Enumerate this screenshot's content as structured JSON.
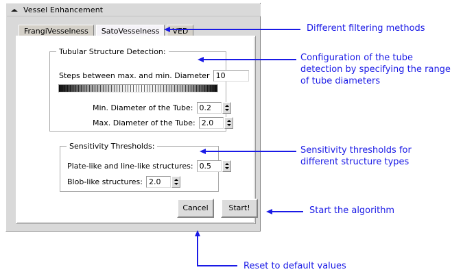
{
  "window": {
    "title": "Vessel Enhancement",
    "collapse_icon": "triangle-up-icon"
  },
  "tabs": [
    {
      "label": "FrangiVesselness",
      "selected": false
    },
    {
      "label": "SatoVesselness",
      "selected": true
    },
    {
      "label": "VED",
      "selected": false
    }
  ],
  "tubular_group": {
    "title": "Tubular Structure Detection:",
    "steps_label": "Steps between max. and min. Diameter",
    "steps_value": "10",
    "min_diameter_label": "Min. Diameter of the Tube:",
    "min_diameter_value": "0.2",
    "max_diameter_label": "Max. Diameter of the Tube:",
    "max_diameter_value": "2.0"
  },
  "sensitivity_group": {
    "title": "Sensitivity Thresholds:",
    "plate_label": "Plate-like and line-like structures:",
    "plate_value": "0.5",
    "blob_label": "Blob-like structures:",
    "blob_value": "2.0"
  },
  "buttons": {
    "cancel": "Cancel",
    "start": "Start!"
  },
  "annotations": {
    "color": "#1a1ae6",
    "filtering_methods": "Different filtering methods",
    "tube_configuration": "Configuration of the tube\ndetection by specifying the range\nof tube diameters",
    "sensitivity_thresholds": "Sensitivity thresholds for\ndifferent structure types",
    "start_algorithm": "Start the algorithm",
    "reset_defaults": "Reset to default values"
  }
}
